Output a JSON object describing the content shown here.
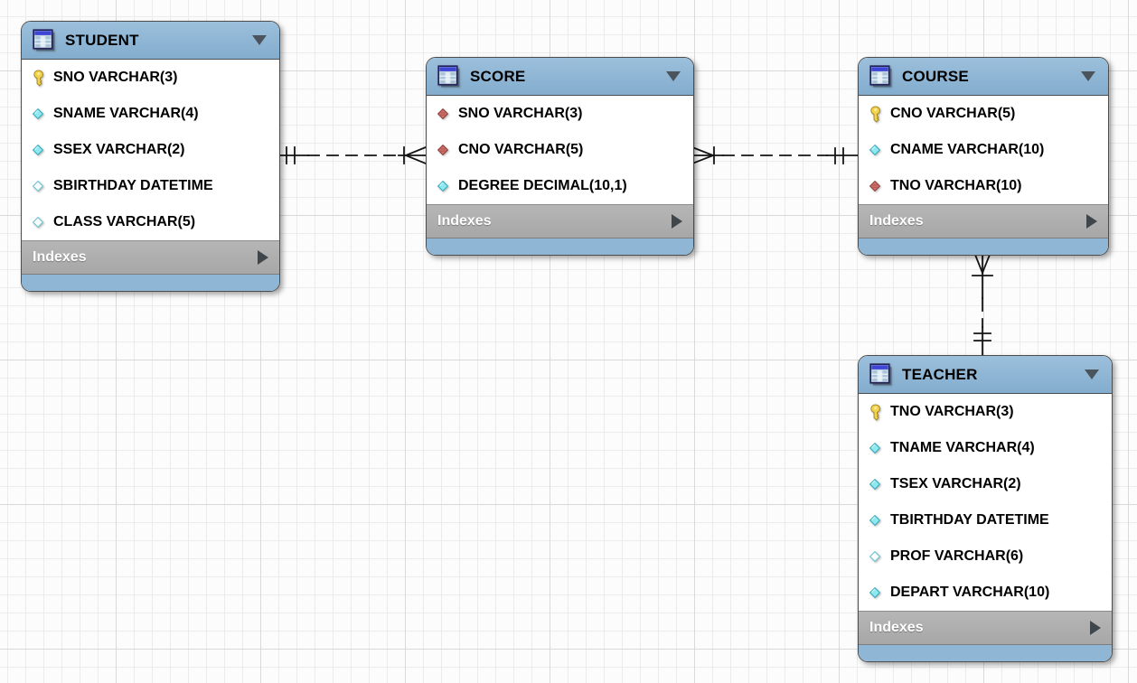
{
  "tables": [
    {
      "title": "STUDENT",
      "indexes_label": "Indexes",
      "columns": [
        {
          "text": "SNO VARCHAR(3)",
          "icon": "primary-key-icon"
        },
        {
          "text": "SNAME VARCHAR(4)",
          "icon": "not-null-icon"
        },
        {
          "text": "SSEX VARCHAR(2)",
          "icon": "not-null-icon"
        },
        {
          "text": "SBIRTHDAY DATETIME",
          "icon": "nullable-icon"
        },
        {
          "text": "CLASS VARCHAR(5)",
          "icon": "nullable-icon"
        }
      ]
    },
    {
      "title": "SCORE",
      "indexes_label": "Indexes",
      "columns": [
        {
          "text": "SNO VARCHAR(3)",
          "icon": "foreign-key-icon"
        },
        {
          "text": "CNO VARCHAR(5)",
          "icon": "foreign-key-icon"
        },
        {
          "text": "DEGREE DECIMAL(10,1)",
          "icon": "not-null-icon"
        }
      ]
    },
    {
      "title": "COURSE",
      "indexes_label": "Indexes",
      "columns": [
        {
          "text": "CNO VARCHAR(5)",
          "icon": "primary-key-icon"
        },
        {
          "text": "CNAME VARCHAR(10)",
          "icon": "not-null-icon"
        },
        {
          "text": "TNO VARCHAR(10)",
          "icon": "foreign-key-icon"
        }
      ]
    },
    {
      "title": "TEACHER",
      "indexes_label": "Indexes",
      "columns": [
        {
          "text": "TNO VARCHAR(3)",
          "icon": "primary-key-icon"
        },
        {
          "text": "TNAME VARCHAR(4)",
          "icon": "not-null-icon"
        },
        {
          "text": "TSEX VARCHAR(2)",
          "icon": "not-null-icon"
        },
        {
          "text": "TBIRTHDAY DATETIME",
          "icon": "not-null-icon"
        },
        {
          "text": "PROF VARCHAR(6)",
          "icon": "nullable-icon"
        },
        {
          "text": "DEPART VARCHAR(10)",
          "icon": "not-null-icon"
        }
      ]
    }
  ],
  "relationships": [
    {
      "from": "STUDENT",
      "from_end": "one",
      "to": "SCORE",
      "to_end": "many",
      "line": "dashed-non-identifying"
    },
    {
      "from": "COURSE",
      "from_end": "one",
      "to": "SCORE",
      "to_end": "many",
      "line": "dashed-non-identifying"
    },
    {
      "from": "TEACHER",
      "from_end": "one",
      "to": "COURSE",
      "to_end": "many",
      "line": "dashed-non-identifying"
    }
  ],
  "icons": {
    "table-icon": "window-grid",
    "collapse-icon": "▼",
    "expand-icon": "▶",
    "primary-key-icon": "yellow-key",
    "not-null-icon": "filled-cyan-diamond",
    "nullable-icon": "hollow-cyan-diamond",
    "foreign-key-icon": "red-diamond"
  },
  "colors": {
    "table_header_blue": "#8db4d4",
    "indexes_bar_gray": "#aeaeae",
    "primary_key_yellow": "#efd44f",
    "not_null_cyan": "#8fe8ef",
    "foreign_key_red": "#d1736c",
    "wire_black": "#141414",
    "grid_minor": "#ececec",
    "grid_major": "#d9d9d9"
  }
}
